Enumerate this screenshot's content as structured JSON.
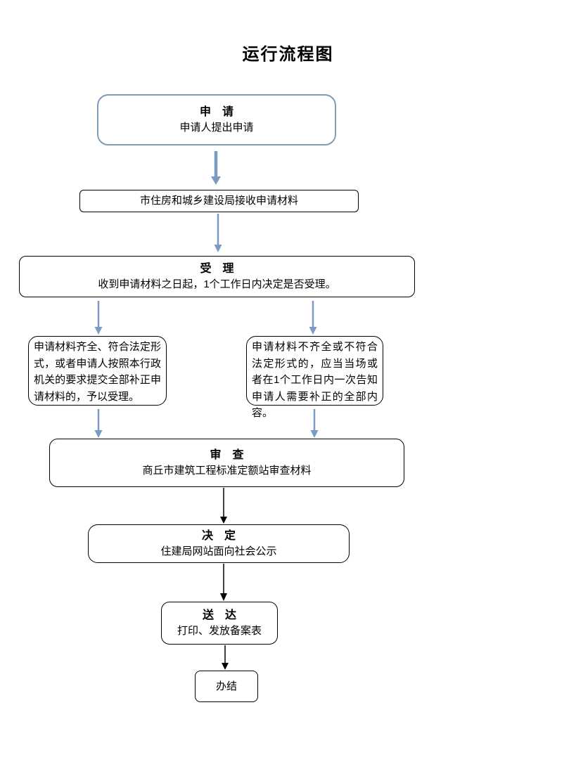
{
  "page": {
    "title": "运行流程图"
  },
  "colors": {
    "background": "#ffffff",
    "text": "#000000",
    "arrow_blue": "#7a9bc4",
    "apply_box_border": "#7f9db9",
    "box_border": "#000000",
    "arrow_black": "#000000"
  },
  "nodes": {
    "apply": {
      "title": "申　请",
      "subtitle": "申请人提出申请"
    },
    "receive": {
      "label": "市住房和城乡建设局接收申请材料"
    },
    "accept": {
      "title": "受　理",
      "subtitle": "收到申请材料之日起，1个工作日内决定是否受理。"
    },
    "branch_left": {
      "label": "申请材料齐全、符合法定形式，或者申请人按照本行政机关的要求提交全部补正申请材料的，予以受理。"
    },
    "branch_right": {
      "label": "申请材料不齐全或不符合法定形式的，应当当场或者在1个工作日内一次告知申请人需要补正的全部内容。"
    },
    "review": {
      "title": "审　查",
      "subtitle": "商丘市建筑工程标准定额站审查材料"
    },
    "decide": {
      "title": "决　定",
      "subtitle": "住建局网站面向社会公示"
    },
    "deliver": {
      "title": "送　达",
      "subtitle": "打印、发放备案表"
    },
    "finish": {
      "label": "办结"
    }
  },
  "edges": [
    {
      "from": "apply",
      "to": "receive",
      "style": "blue-thick"
    },
    {
      "from": "receive",
      "to": "accept",
      "style": "blue"
    },
    {
      "from": "accept",
      "to": "branch_left",
      "style": "blue"
    },
    {
      "from": "accept",
      "to": "branch_right",
      "style": "blue"
    },
    {
      "from": "branch_left",
      "to": "review",
      "style": "blue"
    },
    {
      "from": "branch_right",
      "to": "review",
      "style": "blue"
    },
    {
      "from": "review",
      "to": "decide",
      "style": "black"
    },
    {
      "from": "decide",
      "to": "deliver",
      "style": "black"
    },
    {
      "from": "deliver",
      "to": "finish",
      "style": "black"
    }
  ]
}
